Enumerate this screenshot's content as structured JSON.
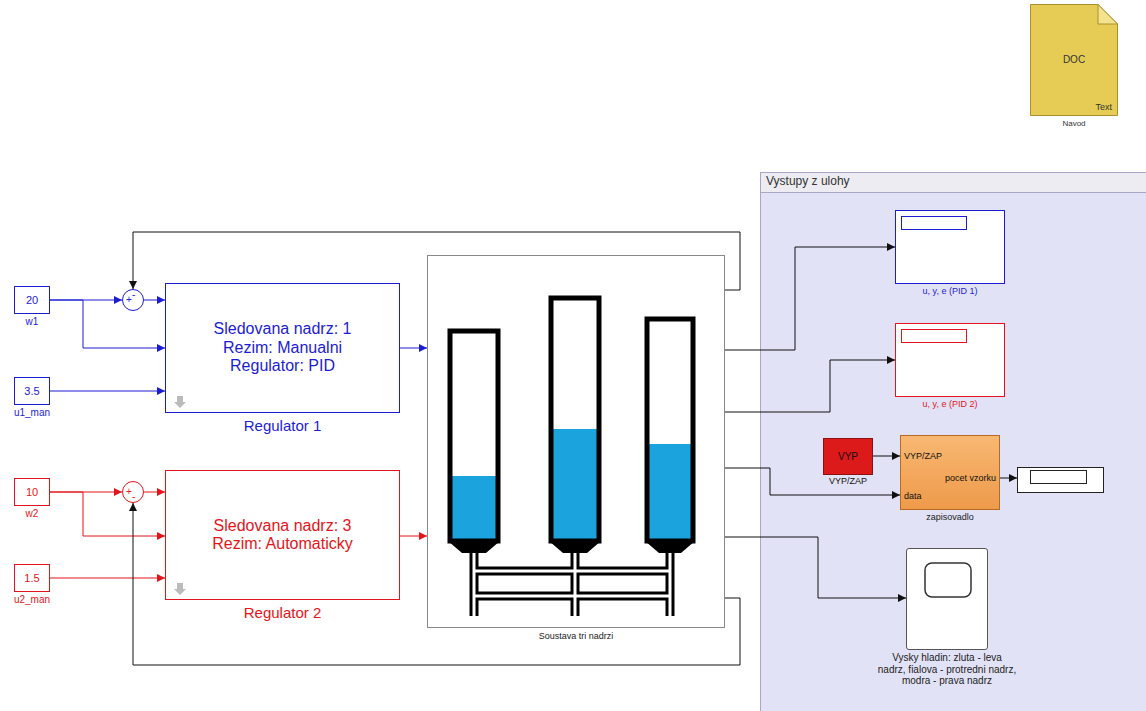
{
  "diagram": {
    "nodes": [
      {
        "text": [
          "DOC",
          "Text",
          "Navod"
        ]
      },
      {
        "text": [
          "Vystupy z ulohy"
        ]
      },
      {
        "text": [
          "u, y, e (PID 1)"
        ],
        "in": 1
      },
      {
        "text": [
          "20",
          "w1"
        ]
      },
      {
        "text": [
          "+",
          "-"
        ]
      },
      {
        "text": [
          "Sledovana nadrz: 1 Rezim: Manualni Regulator: PID",
          "Regulator 1"
        ]
      },
      {
        "text": [
          "Soustava tri nadrzi"
        ]
      },
      {
        "text": [
          "u, y, e (PID 2)"
        ],
        "in": 1
      },
      {
        "text": [
          "3.5",
          "u1_man"
        ]
      },
      {
        "text": [
          "VYP",
          "VYP/ZAP"
        ],
        "in": 1
      },
      {
        "text": [
          "VYP/ZAP",
          "pocet vzorku",
          "data",
          "zapisovadlo"
        ],
        "in": 1
      },
      {
        "text": [
          "10",
          "w2"
        ]
      },
      {
        "text": [
          "+",
          "-"
        ]
      },
      {
        "text": [
          "Sledovana nadrz: 3 Rezim: Automaticky",
          "Regulator 2"
        ]
      },
      {
        "text": [
          "1.5",
          "u2_man"
        ]
      },
      {
        "text": [
          "Vysky hladin: zluta - leva nadrz, fialova - protredni nadrz, modra - prava nadrz"
        ],
        "in": 1
      }
    ],
    "edges": [
      {
        "from": 3,
        "to": 4,
        "arrow": "to"
      },
      {
        "from": 3,
        "to": 5,
        "arrow": "to"
      },
      {
        "from": 4,
        "to": 5,
        "arrow": "to"
      },
      {
        "from": 8,
        "to": 5,
        "arrow": "to"
      },
      {
        "from": 5,
        "to": 6,
        "arrow": "to"
      },
      {
        "from": 6,
        "to": 4,
        "arrow": "to"
      },
      {
        "from": 11,
        "to": 12,
        "arrow": "to"
      },
      {
        "from": 11,
        "to": 13,
        "arrow": "to"
      },
      {
        "from": 12,
        "to": 13,
        "arrow": "to"
      },
      {
        "from": 14,
        "to": 13,
        "arrow": "to"
      },
      {
        "from": 13,
        "to": 6,
        "arrow": "to"
      },
      {
        "from": 6,
        "to": 12,
        "arrow": "to"
      },
      {
        "from": 6,
        "to": 2,
        "arrow": "to"
      },
      {
        "from": 6,
        "to": 7,
        "arrow": "to"
      },
      {
        "from": 6,
        "to": 10,
        "arrow": "to"
      },
      {
        "from": 9,
        "to": 10,
        "arrow": "to"
      },
      {
        "from": 6,
        "to": 15,
        "arrow": "to"
      }
    ]
  }
}
